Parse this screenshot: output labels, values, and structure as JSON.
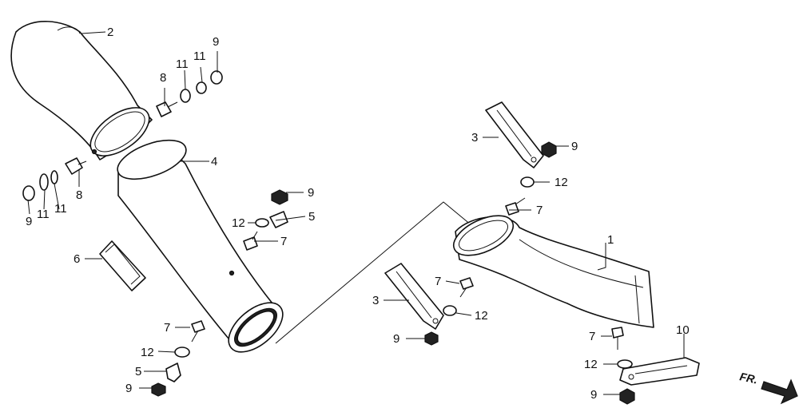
{
  "diagram": {
    "callouts": {
      "c1": "1",
      "c2": "2",
      "c3a": "3",
      "c3b": "3",
      "c4": "4",
      "c5a": "5",
      "c5b": "5",
      "c6": "6",
      "c7a": "7",
      "c7b": "7",
      "c7c": "7",
      "c7d": "7",
      "c7e": "7",
      "c8a": "8",
      "c8b": "8",
      "c9a": "9",
      "c9b": "9",
      "c9c": "9",
      "c9d": "9",
      "c9e": "9",
      "c9f": "9",
      "c9g": "9",
      "c10": "10",
      "c11a": "11",
      "c11b": "11",
      "c11c": "11",
      "c11d": "11",
      "c12a": "12",
      "c12b": "12",
      "c12c": "12",
      "c12d": "12"
    },
    "front_marker": "FR."
  }
}
